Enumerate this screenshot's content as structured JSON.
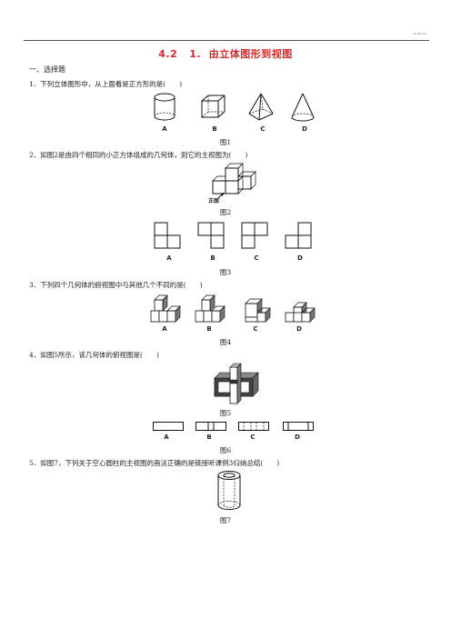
{
  "header": {
    "mark": "~~~"
  },
  "title": "4.2   1.  由立体图形到视图",
  "section": "一、选择题",
  "questions": [
    {
      "text": "1．下列立体图形中，从上面看是正方形的是(　　)",
      "figure": "图1",
      "options": [
        "A",
        "B",
        "C",
        "D"
      ]
    },
    {
      "text": "2．如图2是由四个相同的小正方体组成的几何体，则它的主视图为(　　)",
      "figure": "图2",
      "figure_label": "正面",
      "options_figure": "图3",
      "options": [
        "A",
        "B",
        "C",
        "D"
      ]
    },
    {
      "text": "3．下列四个几何体的俯视图中与其他几个不同的是(　　)",
      "figure": "图4",
      "options": [
        "A",
        "B",
        "C",
        "D"
      ]
    },
    {
      "text": "4．如图5所示，该几何体的俯视图是(　　)",
      "figure": "图5",
      "options_figure": "图6",
      "options": [
        "A",
        "B",
        "C",
        "D"
      ]
    },
    {
      "text": "5．如图7，下列关于空心圆柱的主视图的画法正确的是链接听课例3归纳总结(　　)",
      "figure": "图7"
    }
  ]
}
